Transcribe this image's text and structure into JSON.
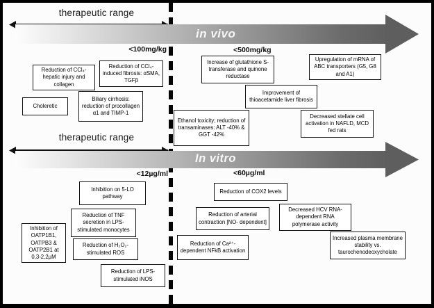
{
  "in_vivo": {
    "range_label": "therapeutic range",
    "axis_label": "in vivo",
    "dose_left": "<100mg/kg",
    "dose_right": "<500mg/kg",
    "boxes": {
      "ccl4_injury": "Reduction of CCl₄- hepatic injury and collagen",
      "ccl4_fibrosis": "Reduction of CCl₄- induced fibrosis: αSMA, TGFβ",
      "choleretic": "Choleretic",
      "biliary_cirrhosis": "Biliary cirrhosis: reduction of procollagen α1 and TIMP-1",
      "glutathione": "Increase of glutathione S-transferase and quinone reductase",
      "abc_transporters": "Upregulation of mRNA of ABC transporters (G5, G8 and A1)",
      "thioacetamide": "Improvement of thioacetamide liver fibrosis",
      "ethanol_toxicity": "Ethanol toxicity; reduction of transaminases: ALT -40% & GGT -42%",
      "stellate_cell": "Decreased stellate cell activation in NAFLD, MCD fed rats"
    }
  },
  "in_vitro": {
    "range_label": "therapeutic range",
    "axis_label": "In vitro",
    "dose_left": "<12µg/ml",
    "dose_right": "<60µg/ml",
    "boxes": {
      "five_lo": "Inhibition on 5-LO pathway",
      "tnf_secretion": "Reduction of TNF secretion in LPS- stimulated monocytes",
      "oatp_inhibition": "Inhibition of OATP1B1, OATPB3 & OATP2B1 at 0,3-2,2µM",
      "h2o2_ros": "Reduction of H₂O₂- stimulated ROS",
      "lps_inos": "Reduction of LPS- stimulated iNOS",
      "cox2": "Reduction of COX2 levels",
      "arterial_contraction": "Reduction of arterial contraction [NO- dependent]",
      "hcv_polymerase": "Decreased HCV RNA- dependent RNA polymerase activity",
      "nfkb": "Reduction of Ca²⁺- dependent NFkB activation",
      "membrane_stability": "Increased plasma membrane stability vs. taurochenodeoxycholate"
    }
  },
  "colors": {
    "arrow_gradient_start": "#fdfdfd",
    "arrow_gradient_end": "#5e5e5e",
    "divider": "#050505",
    "box_border": "#111111",
    "background": "#fcfcfc"
  }
}
